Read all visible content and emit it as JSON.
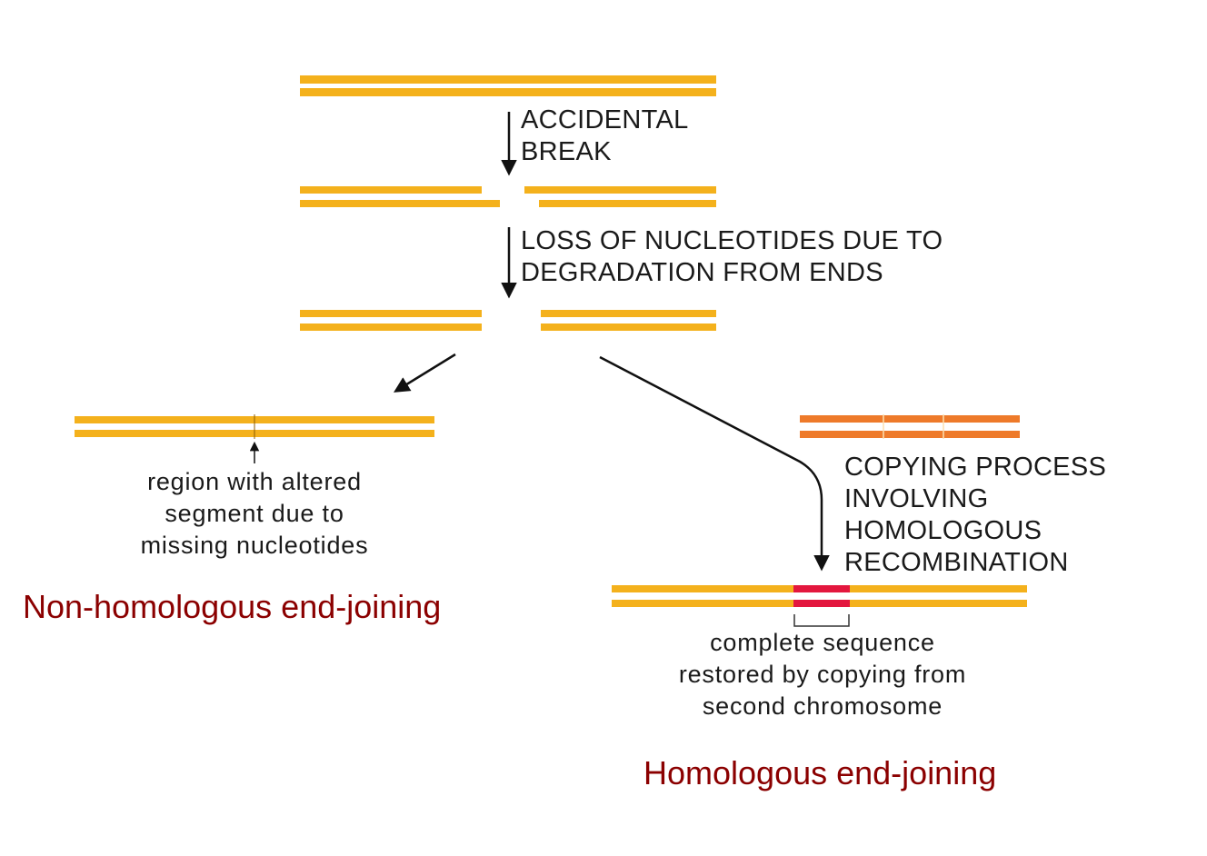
{
  "steps": {
    "break_label": [
      "ACCIDENTAL",
      "BREAK"
    ],
    "loss_label": [
      "LOSS OF NUCLEOTIDES DUE TO",
      "DEGRADATION FROM ENDS"
    ],
    "copy_label": [
      "COPYING PROCESS",
      "INVOLVING",
      "HOMOLOGOUS",
      "RECOMBINATION"
    ]
  },
  "nhej": {
    "note": [
      "region with altered",
      "segment due to",
      "missing nucleotides"
    ],
    "title": "Non-homologous end-joining"
  },
  "hr": {
    "note": [
      "complete sequence",
      "restored by copying from",
      "second chromosome"
    ],
    "title": "Homologous end-joining"
  },
  "colors": {
    "dna": "#f4b11c",
    "homolog": "#ee7a2a",
    "restored": "#e3173e",
    "title": "#8b0000"
  }
}
